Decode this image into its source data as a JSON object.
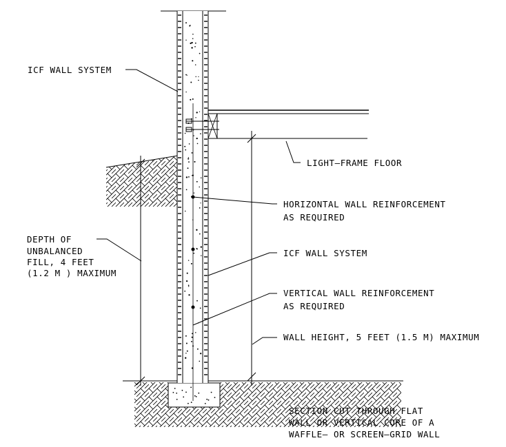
{
  "labels": {
    "icf_top": "ICF WALL SYSTEM",
    "light_frame_floor": "LIGHT—FRAME FLOOR",
    "horiz_reinf_1": "HORIZONTAL WALL REINFORCEMENT",
    "horiz_reinf_2": "AS REQUIRED",
    "icf_mid": "ICF WALL SYSTEM",
    "vert_reinf_1": "VERTICAL WALL REINFORCEMENT",
    "vert_reinf_2": "AS REQUIRED",
    "wall_height": "WALL HEIGHT, 5 FEET (1.5 M) MAXIMUM",
    "depth_1": "DEPTH OF",
    "depth_2": "UNBALANCED",
    "depth_3": "FILL, 4 FEET",
    "depth_4": "(1.2 M ) MAXIMUM",
    "section_1": "SECTION CUT THROUGH FLAT",
    "section_2": "WALL OR VERTICAL CORE OF A",
    "section_3": "WAFFLE— OR SCREEN—GRID WALL"
  }
}
